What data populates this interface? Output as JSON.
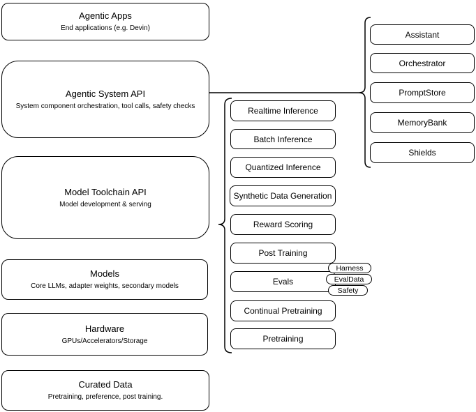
{
  "stack": [
    {
      "title": "Agentic Apps",
      "subtitle": "End applications (e.g. Devin)"
    },
    {
      "title": "Agentic System API",
      "subtitle": "System component orchestration, tool calls, safety checks"
    },
    {
      "title": "Model Toolchain API",
      "subtitle": "Model development & serving"
    },
    {
      "title": "Models",
      "subtitle": "Core LLMs, adapter weights, secondary models"
    },
    {
      "title": "Hardware",
      "subtitle": "GPUs/Accelerators/Storage"
    },
    {
      "title": "Curated Data",
      "subtitle": "Pretraining, preference, post training."
    }
  ],
  "toolchain_items": [
    "Realtime Inference",
    "Batch Inference",
    "Quantized Inference",
    "Synthetic Data Generation",
    "Reward Scoring",
    "Post Training",
    "Evals",
    "Continual Pretraining",
    "Pretraining"
  ],
  "eval_tags": [
    "Harness",
    "EvalData",
    "Safety"
  ],
  "system_components": [
    "Assistant",
    "Orchestrator",
    "PromptStore",
    "MemoryBank",
    "Shields"
  ],
  "colors": {
    "stroke": "#000000",
    "background": "#ffffff",
    "text": "#000000"
  }
}
